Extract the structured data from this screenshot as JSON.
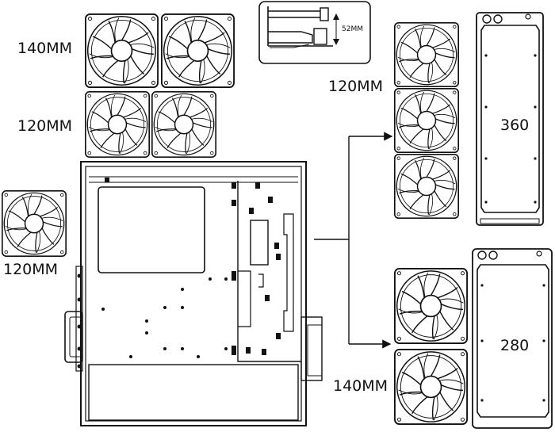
{
  "labels": {
    "fan_140_top": "140MM",
    "fan_120_top": "120MM",
    "fan_120_side": "120MM",
    "fan_120_right": "120MM",
    "fan_140_right": "140MM",
    "radiator_360": "360",
    "radiator_280": "280",
    "clearance": "52MM"
  },
  "colors": {
    "line": "#111111",
    "background": "#ffffff"
  }
}
